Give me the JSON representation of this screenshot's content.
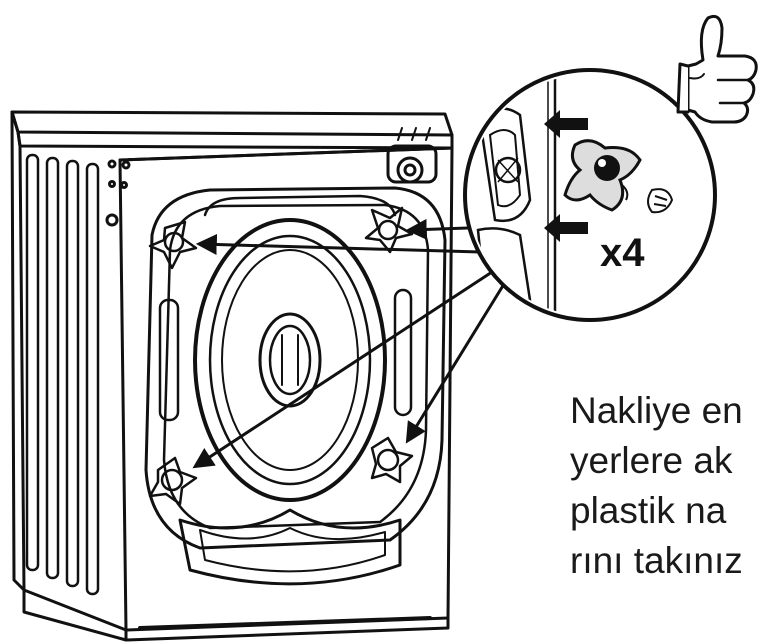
{
  "callout": {
    "quantity_label": "x4"
  },
  "caption": {
    "lines": [
      "Nakliye en",
      "yerlere ak",
      "plastik na",
      "rını takınız"
    ]
  },
  "colors": {
    "ink": "#111111",
    "paper": "#ffffff"
  },
  "icons": {
    "approval": "thumbs-up-icon"
  }
}
